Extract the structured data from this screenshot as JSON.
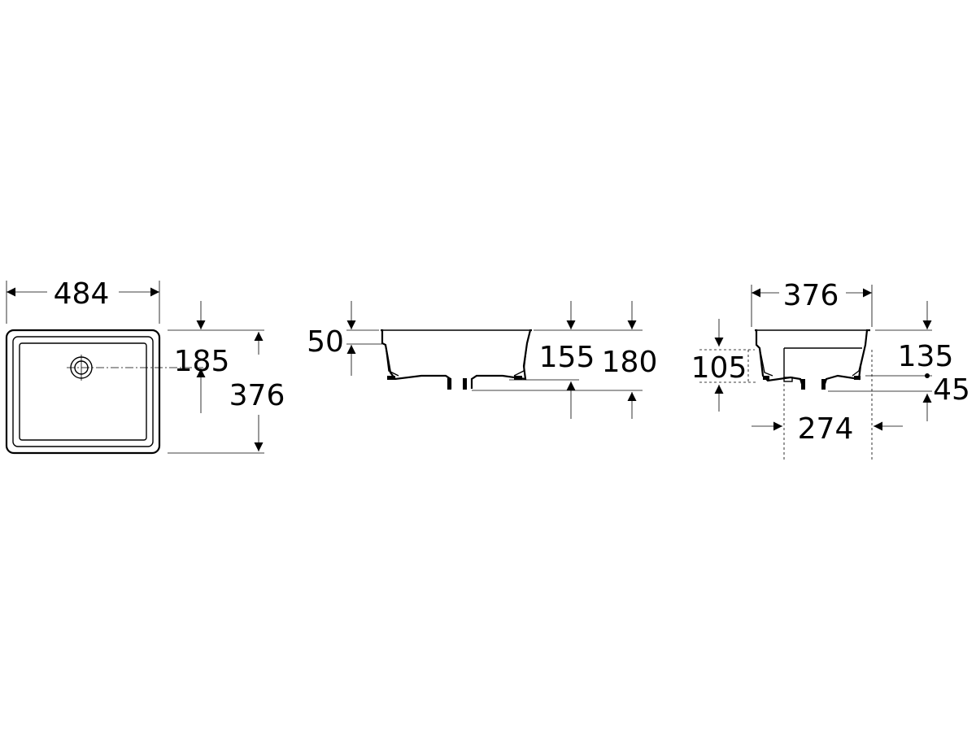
{
  "top_view": {
    "width": "484",
    "depth": "376",
    "waste_offset": "185"
  },
  "front_view": {
    "rim_height": "50",
    "bowl_height": "155",
    "overall_height": "180"
  },
  "side_view": {
    "depth": "376",
    "height": "105",
    "overflow_height": "135",
    "waste_height": "45",
    "base_width": "274"
  }
}
